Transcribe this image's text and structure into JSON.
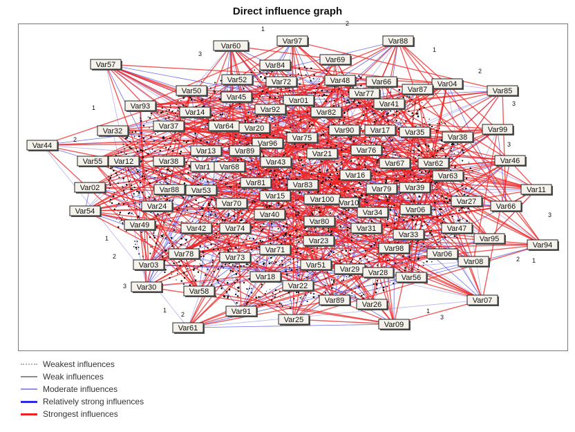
{
  "title": "Direct influence graph",
  "nodes": [
    "Var60",
    "Var97",
    "Var88",
    "Var57",
    "Var84",
    "Var69",
    "Var52",
    "Var72",
    "Var48",
    "Var66",
    "Var04",
    "Var50",
    "Var45",
    "Var77",
    "Var87",
    "Var85",
    "Var01",
    "Var41",
    "Var93",
    "Var92",
    "Var82",
    "Var14",
    "Var64",
    "Var20",
    "Var90",
    "Var17",
    "Var35",
    "Var37",
    "Var75",
    "Var38",
    "Var99",
    "Var32",
    "Var96",
    "Var44",
    "Var13",
    "Var89",
    "Var76",
    "Var21",
    "Var55",
    "Var12",
    "Var38",
    "Var1",
    "Var68",
    "Var43",
    "Var67",
    "Var62",
    "Var46",
    "Var16",
    "Var63",
    "Var81",
    "Var02",
    "Var88",
    "Var53",
    "Var83",
    "Var79",
    "Var39",
    "Var11",
    "Var15",
    "Var70",
    "Var100",
    "Var10",
    "Var27",
    "Var24",
    "Var54",
    "Var34",
    "Var06",
    "Var66",
    "Var40",
    "Var49",
    "Var80",
    "Var31",
    "Var47",
    "Var42",
    "Var74",
    "Var33",
    "Var95",
    "Var94",
    "Var23",
    "Var78",
    "Var98",
    "Var06",
    "Var73",
    "Var71",
    "Var08",
    "Var03",
    "Var51",
    "Var29",
    "Var28",
    "Var18",
    "Var56",
    "Var30",
    "Var22",
    "Var58",
    "Var89",
    "Var26",
    "Var07",
    "Var91",
    "Var25",
    "Var09",
    "Var61"
  ],
  "edge_labels": [
    "1",
    "2",
    "3"
  ],
  "legend": [
    {
      "label": "Weakest influences",
      "color": "#b0b0b0",
      "style": "dotted"
    },
    {
      "label": "Weak influences",
      "color": "#8c8c8c",
      "style": "solid"
    },
    {
      "label": "Moderate influences",
      "color": "#8f8ff0",
      "style": "solid"
    },
    {
      "label": "Relatively strong influences",
      "color": "#2a2ae0",
      "style": "solid"
    },
    {
      "label": "Strongest influences",
      "color": "#ee2222",
      "style": "solid"
    }
  ]
}
